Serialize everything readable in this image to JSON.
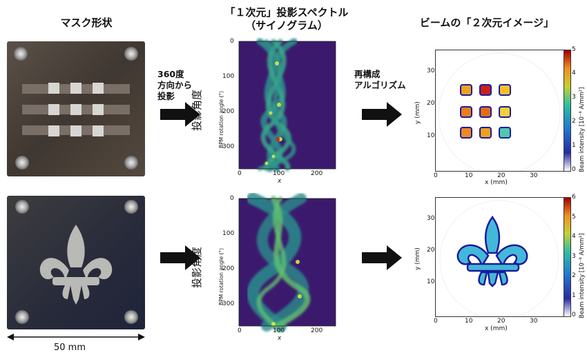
{
  "headers": {
    "mask": "マスク形状",
    "sinogram_line1": "「１次元」投影スペクトル",
    "sinogram_line2": "（サイノグラム）",
    "beam_image": "ビームの「２次元イメージ」"
  },
  "notes": {
    "projection": [
      "360度",
      "方向から",
      "投影"
    ],
    "reconstruction": [
      "再構成",
      "アルゴリズム"
    ]
  },
  "scale_bar": {
    "label": "50 mm"
  },
  "sinogram": {
    "ylabel_jp": "投影角度",
    "ylabel_en": "BPM rotation angle (°)",
    "xlabel": "x",
    "y_ticks": [
      "0",
      "100",
      "200",
      "300"
    ],
    "x_ticks": [
      "0",
      "100",
      "200"
    ]
  },
  "beam": {
    "xlabel": "x (mm)",
    "ylabel": "y (mm)",
    "x_ticks": [
      "0",
      "10",
      "20",
      "30"
    ],
    "y_ticks": [
      "10",
      "20",
      "30"
    ],
    "cbar_label": "Beam intensity [10⁻⁸ A/mm²]",
    "cbar_ticks_top": [
      "0",
      "1",
      "2",
      "3",
      "4",
      "5"
    ],
    "cbar_ticks_bottom": [
      "0",
      "1",
      "2",
      "3",
      "4",
      "5",
      "6"
    ]
  },
  "colors": {
    "arrow": "#111111",
    "sino_bg": "#3b1a6e",
    "mask_top": "#4a4139",
    "mask_bottom": "#2e3140"
  }
}
